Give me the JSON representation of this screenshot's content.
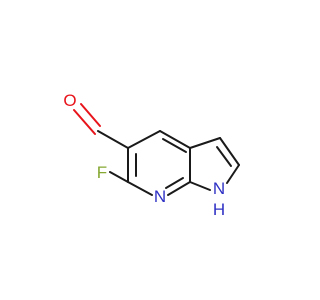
{
  "colors": {
    "carbon": "#1a1a1a",
    "oxygen": "#e8141b",
    "fluorine": "#86a832",
    "nitrogen": "#2f31c4"
  },
  "atoms": {
    "oxygen": "O",
    "fluorine": "F",
    "ring_nitrogen": "N",
    "nh_nitrogen": "N",
    "nh_hydrogen": "H"
  }
}
